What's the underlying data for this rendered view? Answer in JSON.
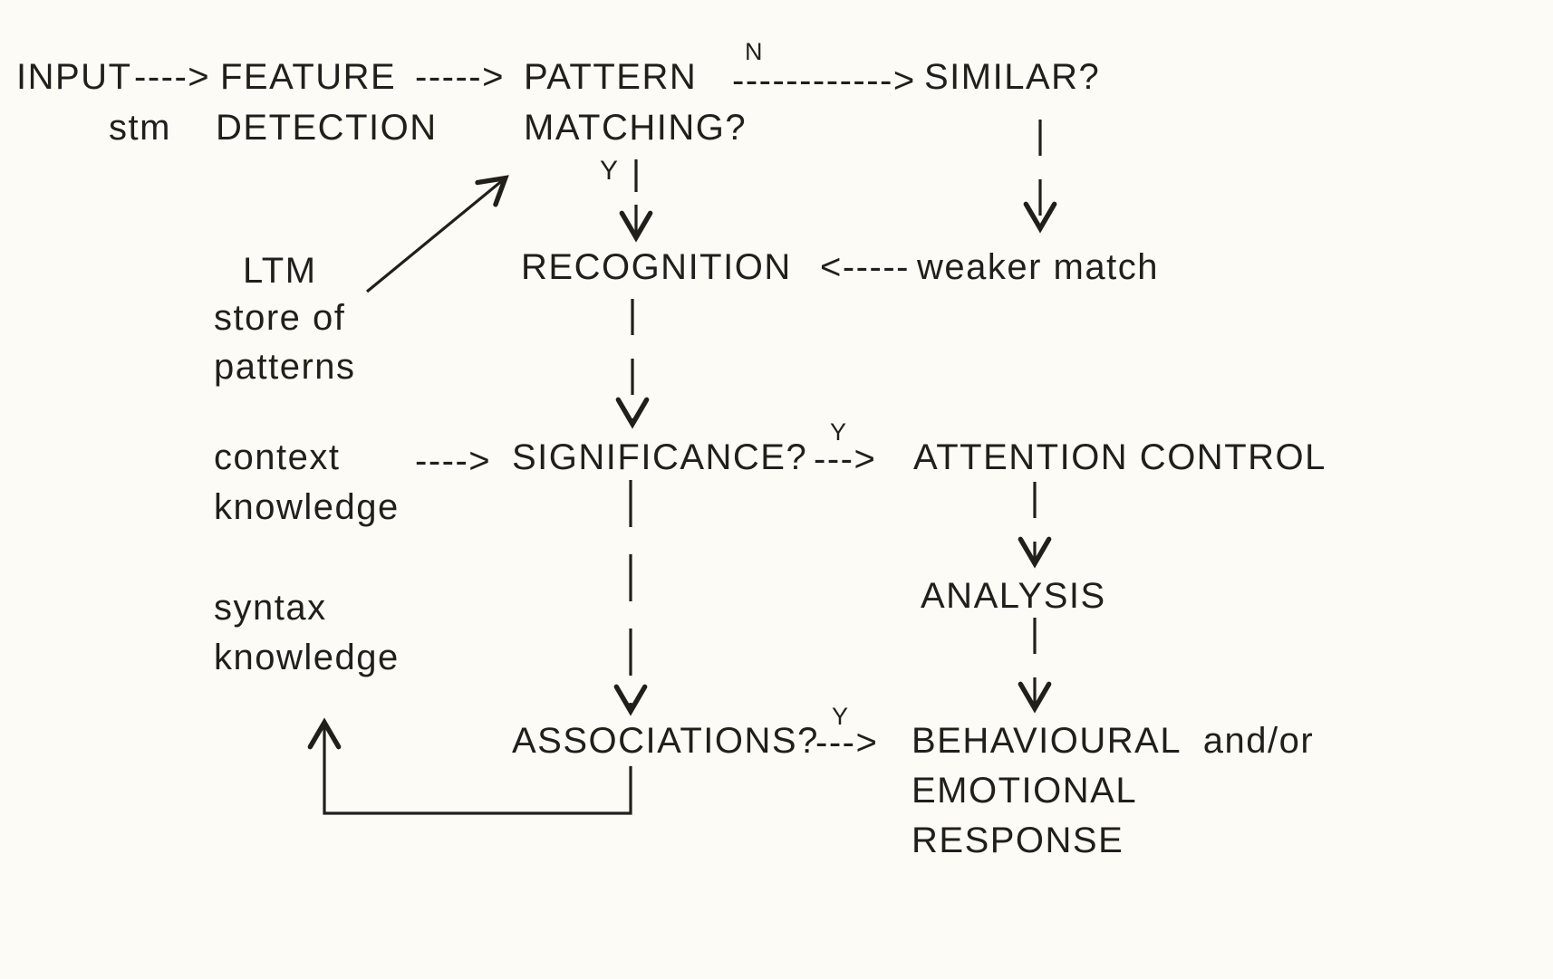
{
  "page": {
    "bg": "#fcfbf5",
    "ink": "#221f1b"
  },
  "nodes": {
    "input": "INPUT",
    "stm": "stm",
    "feature1": "FEATURE",
    "feature2": "DETECTION",
    "pattern1": "PATTERN",
    "pattern2": "MATCHING?",
    "similar": "SIMILAR?",
    "recognition": "RECOGNITION",
    "weaker_match": "weaker match",
    "ltm": "LTM",
    "ltm_sub1": "store of",
    "ltm_sub2": "patterns",
    "context1": "context",
    "context2": "knowledge",
    "significance": "SIGNIFICANCE?",
    "attention_control": "ATTENTION CONTROL",
    "analysis": "ANALYSIS",
    "syntax1": "syntax",
    "syntax2": "knowledge",
    "associations": "ASSOCIATIONS?",
    "behaviour1": "BEHAVIOURAL  and/or",
    "behaviour2": "EMOTIONAL",
    "behaviour3": "RESPONSE"
  },
  "labels": {
    "arrow_input_feature": "---->",
    "arrow_feature_pattern": "----->",
    "n_label": "N",
    "dash_pattern_similar": "------------>",
    "y_pattern": "Y",
    "arrow_weaker_recognition": "<-----",
    "arrow_context_significance": "---->",
    "y_significance": "Y",
    "arrow_significance_attention": "--->",
    "y_associations": "Y",
    "arrow_associations_behaviour": "--->"
  }
}
